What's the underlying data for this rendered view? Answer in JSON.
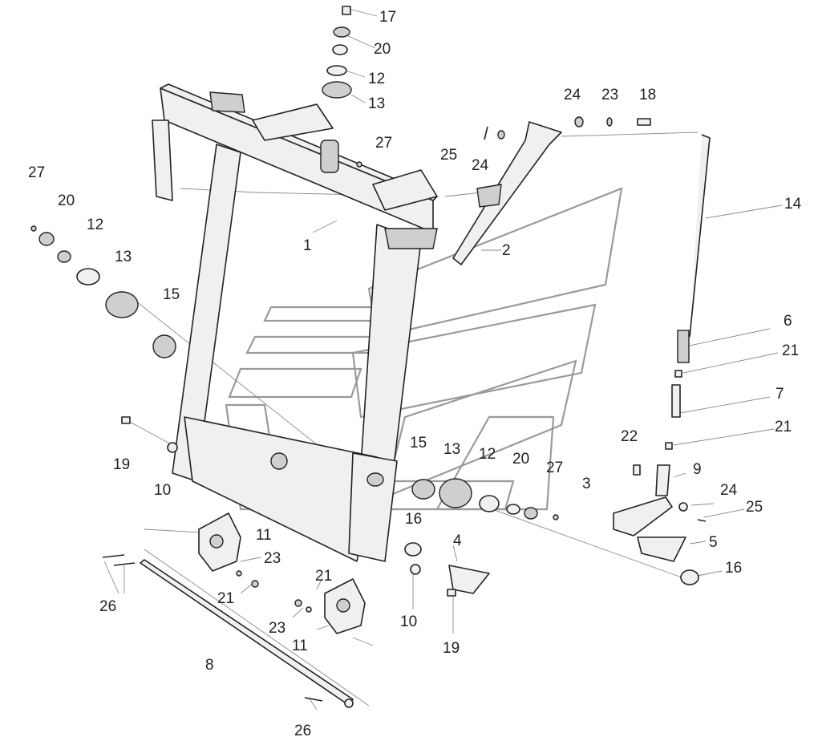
{
  "diagram": {
    "callouts": [
      {
        "id": "c-17a",
        "text": "17"
      },
      {
        "id": "c-20a",
        "text": "20"
      },
      {
        "id": "c-12a",
        "text": "12"
      },
      {
        "id": "c-13a",
        "text": "13"
      },
      {
        "id": "c-24a",
        "text": "24"
      },
      {
        "id": "c-23a",
        "text": "23"
      },
      {
        "id": "c-18",
        "text": "18"
      },
      {
        "id": "c-27a",
        "text": "27"
      },
      {
        "id": "c-25a",
        "text": "25"
      },
      {
        "id": "c-24b",
        "text": "24"
      },
      {
        "id": "c-14",
        "text": "14"
      },
      {
        "id": "c-27b",
        "text": "27"
      },
      {
        "id": "c-20b",
        "text": "20"
      },
      {
        "id": "c-12b",
        "text": "12"
      },
      {
        "id": "c-13b",
        "text": "13"
      },
      {
        "id": "c-1",
        "text": "1"
      },
      {
        "id": "c-2",
        "text": "2"
      },
      {
        "id": "c-15a",
        "text": "15"
      },
      {
        "id": "c-6",
        "text": "6"
      },
      {
        "id": "c-21a",
        "text": "21"
      },
      {
        "id": "c-7",
        "text": "7"
      },
      {
        "id": "c-21b",
        "text": "21"
      },
      {
        "id": "c-22",
        "text": "22"
      },
      {
        "id": "c-19a",
        "text": "19"
      },
      {
        "id": "c-10a",
        "text": "10"
      },
      {
        "id": "c-15b",
        "text": "15"
      },
      {
        "id": "c-13c",
        "text": "13"
      },
      {
        "id": "c-12c",
        "text": "12"
      },
      {
        "id": "c-20c",
        "text": "20"
      },
      {
        "id": "c-27c",
        "text": "27"
      },
      {
        "id": "c-3",
        "text": "3"
      },
      {
        "id": "c-9",
        "text": "9"
      },
      {
        "id": "c-24c",
        "text": "24"
      },
      {
        "id": "c-25b",
        "text": "25"
      },
      {
        "id": "c-16a",
        "text": "16"
      },
      {
        "id": "c-4",
        "text": "4"
      },
      {
        "id": "c-5",
        "text": "5"
      },
      {
        "id": "c-16b",
        "text": "16"
      },
      {
        "id": "c-11a",
        "text": "11"
      },
      {
        "id": "c-23b",
        "text": "23"
      },
      {
        "id": "c-21c",
        "text": "21"
      },
      {
        "id": "c-26a",
        "text": "26"
      },
      {
        "id": "c-21d",
        "text": "21"
      },
      {
        "id": "c-23c",
        "text": "23"
      },
      {
        "id": "c-11b",
        "text": "11"
      },
      {
        "id": "c-10b",
        "text": "10"
      },
      {
        "id": "c-19b",
        "text": "19"
      },
      {
        "id": "c-8",
        "text": "8"
      },
      {
        "id": "c-26b",
        "text": "26"
      }
    ]
  }
}
